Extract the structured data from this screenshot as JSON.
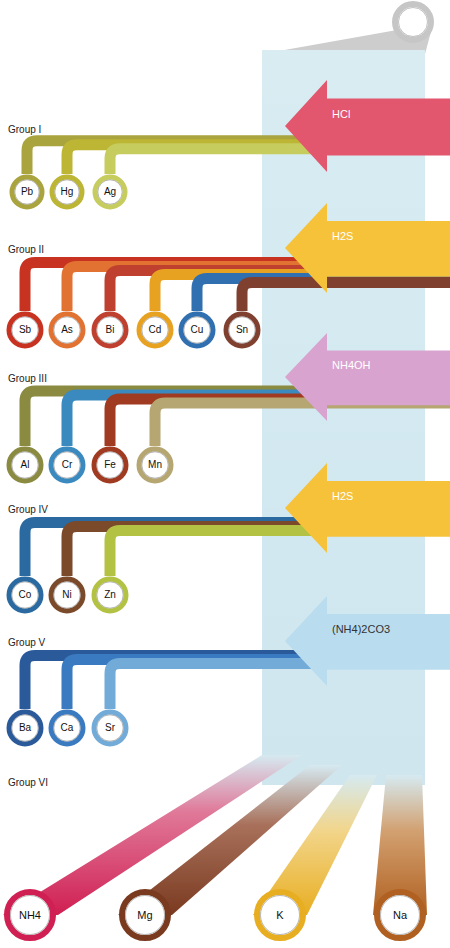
{
  "diagram": {
    "nodes": [
      {
        "text": [
          "HCl"
        ]
      },
      {
        "text": [
          "Pb"
        ]
      },
      {
        "text": [
          "Hg"
        ]
      },
      {
        "text": [
          "Ag"
        ]
      },
      {
        "text": [
          "H2S"
        ]
      },
      {
        "text": [
          "Sb"
        ]
      },
      {
        "text": [
          "As"
        ]
      },
      {
        "text": [
          "Bi"
        ]
      },
      {
        "text": [
          "Cd"
        ]
      },
      {
        "text": [
          "Cu"
        ]
      },
      {
        "text": [
          "Sn"
        ]
      },
      {
        "text": [
          "NH4OH"
        ]
      },
      {
        "text": [
          "Al"
        ]
      },
      {
        "text": [
          "Cr"
        ]
      },
      {
        "text": [
          "Fe"
        ]
      },
      {
        "text": [
          "Mn"
        ]
      },
      {
        "text": [
          "H2S"
        ]
      },
      {
        "text": [
          "Co"
        ]
      },
      {
        "text": [
          "Ni"
        ]
      },
      {
        "text": [
          "Zn"
        ]
      },
      {
        "text": [
          "(NH4)2CO3"
        ]
      },
      {
        "text": [
          "Ba"
        ]
      },
      {
        "text": [
          "Ca"
        ]
      },
      {
        "text": [
          "Sr"
        ]
      },
      {
        "text": [
          "NH4"
        ]
      },
      {
        "text": [
          "Mg"
        ]
      },
      {
        "text": [
          "K"
        ]
      },
      {
        "text": [
          "Na"
        ]
      }
    ],
    "edges": [
      {
        "from": 0,
        "to": 1,
        "arrow": "none"
      },
      {
        "from": 0,
        "to": 2,
        "arrow": "none"
      },
      {
        "from": 0,
        "to": 3,
        "arrow": "none"
      },
      {
        "from": 4,
        "to": 5,
        "arrow": "none"
      },
      {
        "from": 4,
        "to": 6,
        "arrow": "none"
      },
      {
        "from": 4,
        "to": 7,
        "arrow": "none"
      },
      {
        "from": 4,
        "to": 8,
        "arrow": "none"
      },
      {
        "from": 4,
        "to": 9,
        "arrow": "none"
      },
      {
        "from": 4,
        "to": 10,
        "arrow": "none"
      },
      {
        "from": 11,
        "to": 12,
        "arrow": "none"
      },
      {
        "from": 11,
        "to": 13,
        "arrow": "none"
      },
      {
        "from": 11,
        "to": 14,
        "arrow": "none"
      },
      {
        "from": 11,
        "to": 15,
        "arrow": "none"
      },
      {
        "from": 16,
        "to": 17,
        "arrow": "none"
      },
      {
        "from": 16,
        "to": 18,
        "arrow": "none"
      },
      {
        "from": 16,
        "to": 19,
        "arrow": "none"
      },
      {
        "from": 20,
        "to": 21,
        "arrow": "none"
      },
      {
        "from": 20,
        "to": 22,
        "arrow": "none"
      },
      {
        "from": 20,
        "to": 23,
        "arrow": "none"
      }
    ],
    "labels": [
      "Group I",
      "Group II",
      "Group III",
      "Group IV",
      "Group V",
      "Group VI"
    ]
  }
}
